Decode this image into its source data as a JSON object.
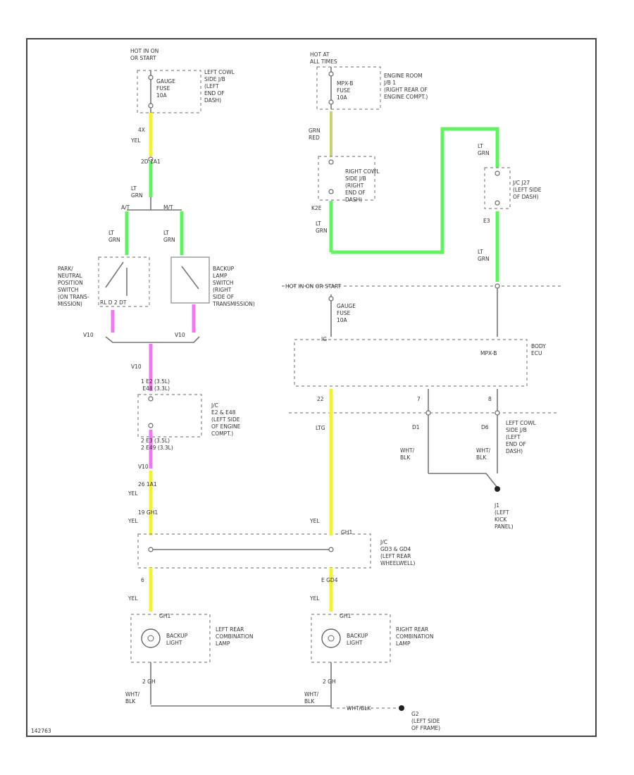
{
  "diagram_id": "142763",
  "colors": {
    "yel": "#f2f230",
    "lt_grn": "#62f262",
    "pnk": "#f078f0",
    "frame": "#444444"
  },
  "texts": [
    {
      "id": "hot-run-start",
      "lines": [
        "HOT IN ON",
        "OR START"
      ]
    },
    {
      "id": "gauge-fuse",
      "lines": [
        "GAUGE",
        "FUSE",
        "10A"
      ]
    },
    {
      "id": "left-cowl-jb-1",
      "lines": [
        "LEFT COWL",
        "SIDE J/B",
        "(LEFT",
        "END OF",
        "DASH)"
      ]
    },
    {
      "id": "pin-4x",
      "lines": [
        "4X"
      ]
    },
    {
      "id": "w-yel-1",
      "lines": [
        "YEL"
      ]
    },
    {
      "id": "conn-2d",
      "lines": [
        "2D  1A1"
      ]
    },
    {
      "id": "w-ltgrn-1",
      "lines": [
        "LT",
        "GRN"
      ]
    },
    {
      "id": "sw-at",
      "lines": [
        "A/T"
      ]
    },
    {
      "id": "sw-mt",
      "lines": [
        "M/T"
      ]
    },
    {
      "id": "w-ltgrn-2",
      "lines": [
        "LT",
        "GRN"
      ]
    },
    {
      "id": "w-ltgrn-3",
      "lines": [
        "LT",
        "GRN"
      ]
    },
    {
      "id": "pn-switch",
      "lines": [
        "PARK/",
        "NEUTRAL",
        "POSITION",
        "SWITCH",
        "(ON TRANS-",
        "MISSION)"
      ]
    },
    {
      "id": "backup-switch",
      "lines": [
        "BACKUP",
        "LAMP",
        "SWITCH",
        "(RIGHT",
        "SIDE OF",
        "TRANSMISSION)"
      ]
    },
    {
      "id": "pn-pins",
      "lines": [
        "RL  D  2  DT"
      ]
    },
    {
      "id": "pin-v10-a",
      "lines": [
        "V10"
      ]
    },
    {
      "id": "pin-v10-b",
      "lines": [
        "V10"
      ]
    },
    {
      "id": "pin-v10-c",
      "lines": [
        "V10"
      ]
    },
    {
      "id": "conn-e2",
      "lines": [
        "1   E2  (3.5L)",
        "    E48 (3.3L)"
      ]
    },
    {
      "id": "jc-e2",
      "lines": [
        "J/C",
        "E2 & E48",
        "(LEFT SIDE",
        "OF ENGINE",
        "COMPT.)"
      ]
    },
    {
      "id": "conn-e3",
      "lines": [
        "2   E3  (3.5L)",
        "2   E49 (3.3L)"
      ]
    },
    {
      "id": "pin-v10-d",
      "lines": [
        "V10"
      ]
    },
    {
      "id": "pin-1a",
      "lines": [
        "26  1A1"
      ]
    },
    {
      "id": "w-yel-2",
      "lines": [
        "YEL"
      ]
    },
    {
      "id": "pin-1b",
      "lines": [
        "19  GH1"
      ]
    },
    {
      "id": "w-yel-3",
      "lines": [
        "YEL"
      ]
    },
    {
      "id": "hot-at-all",
      "lines": [
        "HOT AT",
        "ALL TIMES"
      ]
    },
    {
      "id": "erb-fuse",
      "lines": [
        "MPX-B",
        "FUSE",
        "10A"
      ]
    },
    {
      "id": "engine-room-jb",
      "lines": [
        "ENGINE ROOM",
        "J/B 1",
        "(RIGHT REAR OF",
        "ENGINE COMPT.)"
      ]
    },
    {
      "id": "w-grn-red",
      "lines": [
        "GRN",
        "RED"
      ]
    },
    {
      "id": "right-cowl-jb",
      "lines": [
        "RIGHT COWL",
        "SIDE J/B",
        "(RIGHT",
        "END OF",
        "DASH)"
      ]
    },
    {
      "id": "pin-k2e",
      "lines": [
        "K2E"
      ]
    },
    {
      "id": "w-ltgrn-4",
      "lines": [
        "LT",
        "GRN"
      ]
    },
    {
      "id": "w-ltgrn-5",
      "lines": [
        "LT",
        "GRN"
      ]
    },
    {
      "id": "jc-j27",
      "lines": [
        "J/C J27",
        "(LEFT SIDE",
        "OF DASH)"
      ]
    },
    {
      "id": "pin-e3",
      "lines": [
        "E3"
      ]
    },
    {
      "id": "w-ltgrn-6",
      "lines": [
        "LT",
        "GRN"
      ]
    },
    {
      "id": "hot-run-start-2",
      "lines": [
        "HOT IN ON OR START"
      ]
    },
    {
      "id": "gauge-fuse-2",
      "lines": [
        "GAUGE",
        "FUSE",
        "10A"
      ]
    },
    {
      "id": "pin-ig",
      "lines": [
        "IG"
      ]
    },
    {
      "id": "pin-mpxb",
      "lines": [
        "MPX-B"
      ]
    },
    {
      "id": "body-ecu",
      "lines": [
        "BODY",
        "ECU"
      ]
    },
    {
      "id": "pin-22",
      "lines": [
        "22"
      ]
    },
    {
      "id": "pin-7",
      "lines": [
        "7"
      ]
    },
    {
      "id": "pin-8",
      "lines": [
        "8"
      ]
    },
    {
      "id": "w-ltg",
      "lines": [
        "LTG"
      ]
    },
    {
      "id": "pin-d1",
      "lines": [
        "D1"
      ]
    },
    {
      "id": "pin-d6",
      "lines": [
        "D6"
      ]
    },
    {
      "id": "w-whtblk-1",
      "lines": [
        "WHT/",
        "BLK"
      ]
    },
    {
      "id": "w-whtblk-2",
      "lines": [
        "WHT/",
        "BLK"
      ]
    },
    {
      "id": "left-cowl-jb-2",
      "lines": [
        "LEFT COWL",
        "SIDE J/B",
        "(LEFT",
        "END OF",
        "DASH)"
      ]
    },
    {
      "id": "gnd-j1",
      "lines": [
        "J1",
        "(LEFT",
        "KICK",
        "PANEL)"
      ]
    },
    {
      "id": "w-yel-4",
      "lines": [
        "YEL"
      ]
    },
    {
      "id": "pin-gh1",
      "lines": [
        "GH1"
      ]
    },
    {
      "id": "jc-gd3",
      "lines": [
        "J/C",
        "GD3 & GD4",
        "(LEFT REAR",
        "WHEELWELL)"
      ]
    },
    {
      "id": "pin-6",
      "lines": [
        "6"
      ]
    },
    {
      "id": "w-yel-5",
      "lines": [
        "YEL"
      ]
    },
    {
      "id": "pin-e-gd4",
      "lines": [
        "E   GD4"
      ]
    },
    {
      "id": "w-yel-6",
      "lines": [
        "YEL"
      ]
    },
    {
      "id": "pin-gh1-b",
      "lines": [
        "GH1"
      ]
    },
    {
      "id": "lamp-left-label",
      "lines": [
        "BACKUP",
        "LIGHT"
      ]
    },
    {
      "id": "left-rear-comb",
      "lines": [
        "LEFT REAR",
        "COMBINATION",
        "LAMP"
      ]
    },
    {
      "id": "pin-gh1-c",
      "lines": [
        "GH1"
      ]
    },
    {
      "id": "lamp-right-label",
      "lines": [
        "BACKUP",
        "LIGHT"
      ]
    },
    {
      "id": "right-rear-comb",
      "lines": [
        "RIGHT REAR",
        "COMBINATION",
        "LAMP"
      ]
    },
    {
      "id": "pin-2-gh",
      "lines": [
        "2   GH"
      ]
    },
    {
      "id": "pin-2-gh-b",
      "lines": [
        "2   GH"
      ]
    },
    {
      "id": "w-whtblk-3",
      "lines": [
        "WHT/",
        "BLK"
      ]
    },
    {
      "id": "w-whtblk-4",
      "lines": [
        "WHT/",
        "BLK"
      ]
    },
    {
      "id": "w-whtblk-5",
      "lines": [
        "WHT/BLK"
      ]
    },
    {
      "id": "gnd-g2",
      "lines": [
        "G2",
        "(LEFT SIDE",
        "OF FRAME)"
      ]
    }
  ]
}
